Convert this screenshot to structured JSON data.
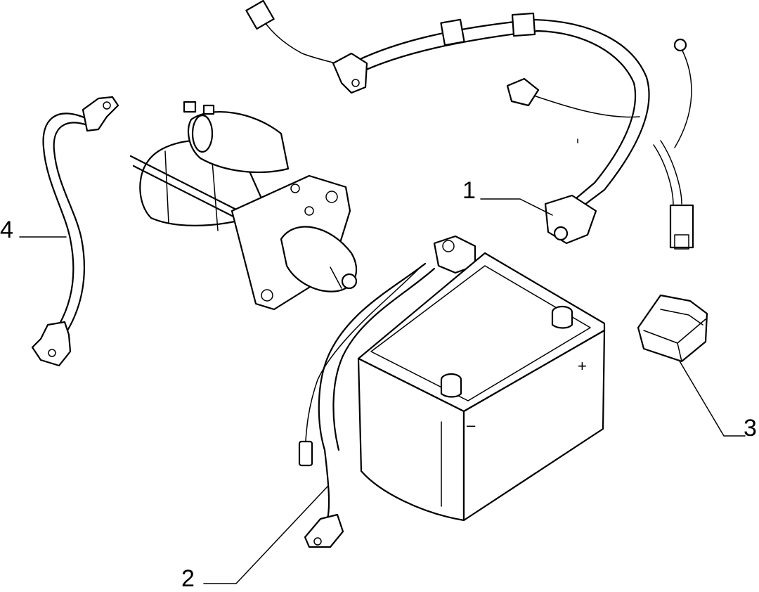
{
  "callouts": {
    "c1": "1",
    "c2": "2",
    "c3": "3",
    "c4": "4"
  },
  "battery_marks": {
    "plus": "+",
    "minus": "–"
  }
}
